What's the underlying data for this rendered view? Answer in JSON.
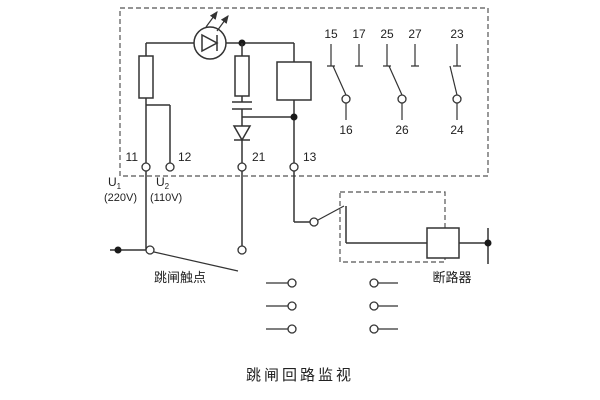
{
  "title": "跳闸回路监视",
  "relay": {
    "terminals": {
      "t11": "11",
      "t12": "12",
      "t21": "21",
      "t13": "13",
      "top": [
        "15",
        "17",
        "25",
        "27",
        "23"
      ],
      "bottom": [
        "16",
        "26",
        "24"
      ]
    },
    "voltage1": {
      "u": "U",
      "sub": "1",
      "val": "(220V)"
    },
    "voltage2": {
      "u": "U",
      "sub": "2",
      "val": "(110V)"
    }
  },
  "labels": {
    "trip_contact": "跳闸触点",
    "breaker": "断路器"
  },
  "colors": {
    "line": "#333333",
    "text": "#222222",
    "background": "#ffffff"
  }
}
